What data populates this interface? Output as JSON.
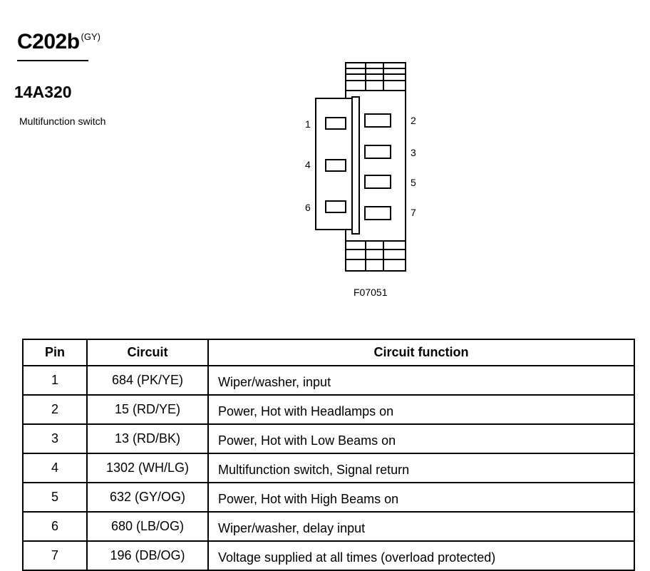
{
  "header": {
    "connector_id": "C202b",
    "connector_color": "(GY)",
    "part_number": "14A320",
    "part_name": "Multifunction switch"
  },
  "diagram": {
    "pin_labels": [
      "1",
      "2",
      "3",
      "4",
      "5",
      "6",
      "7"
    ],
    "figure_id": "F07051"
  },
  "table": {
    "headers": [
      "Pin",
      "Circuit",
      "Circuit function"
    ],
    "rows": [
      {
        "pin": "1",
        "circuit": "684 (PK/YE)",
        "function": "Wiper/washer, input"
      },
      {
        "pin": "2",
        "circuit": "15 (RD/YE)",
        "function": "Power, Hot with Headlamps on"
      },
      {
        "pin": "3",
        "circuit": "13 (RD/BK)",
        "function": "Power, Hot with Low Beams on"
      },
      {
        "pin": "4",
        "circuit": "1302 (WH/LG)",
        "function": "Multifunction switch, Signal return"
      },
      {
        "pin": "5",
        "circuit": "632 (GY/OG)",
        "function": "Power, Hot with High Beams on"
      },
      {
        "pin": "6",
        "circuit": "680 (LB/OG)",
        "function": "Wiper/washer, delay input"
      },
      {
        "pin": "7",
        "circuit": "196 (DB/OG)",
        "function": "Voltage supplied at all times (overload protected)"
      }
    ]
  }
}
